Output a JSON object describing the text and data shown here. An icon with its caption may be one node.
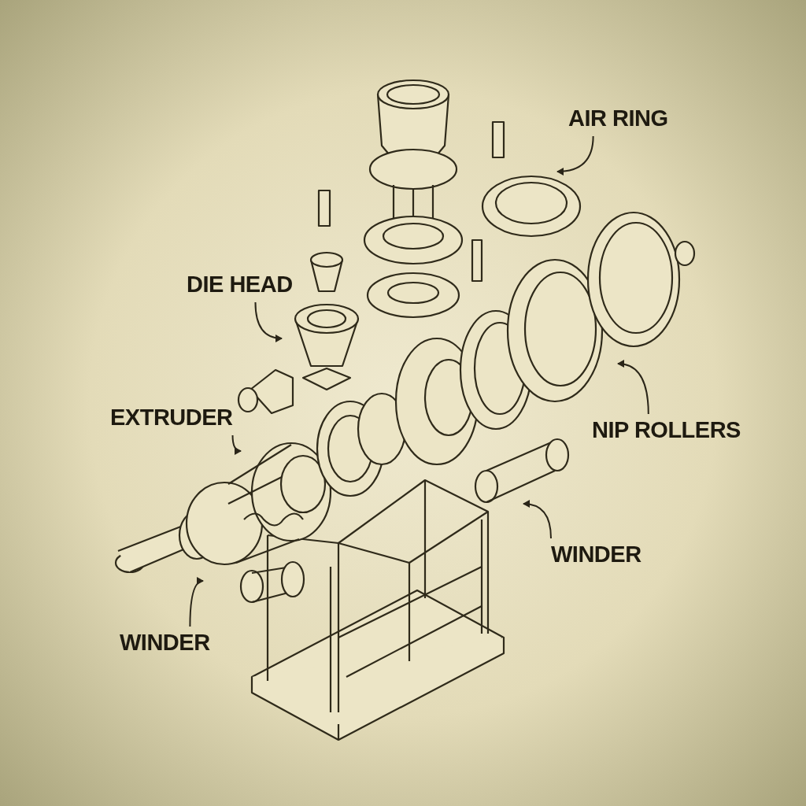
{
  "diagram": {
    "nodes": [
      {
        "text": [
          "AIR RING"
        ]
      },
      {
        "text": [
          "DIE HEAD"
        ]
      },
      {
        "text": [
          "EXTRUDER"
        ]
      },
      {
        "text": [
          "NIP ROLLERS"
        ]
      },
      {
        "text": [
          "WINDER"
        ]
      },
      {
        "text": [
          "WINDER"
        ]
      }
    ],
    "edges": [
      {
        "from": 0,
        "to": null,
        "arrow": "to"
      },
      {
        "from": 1,
        "to": null,
        "arrow": "to"
      },
      {
        "from": 2,
        "to": null,
        "arrow": "to"
      },
      {
        "from": 3,
        "to": null,
        "arrow": "to"
      },
      {
        "from": 4,
        "to": null,
        "arrow": "to"
      },
      {
        "from": 5,
        "to": null,
        "arrow": "to"
      }
    ]
  }
}
